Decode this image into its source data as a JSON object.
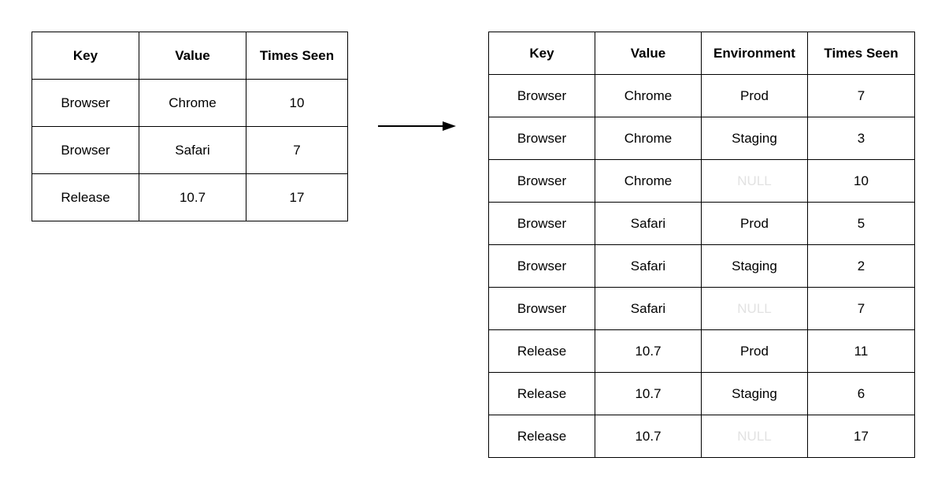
{
  "left_table": {
    "headers": [
      "Key",
      "Value",
      "Times Seen"
    ],
    "rows": [
      [
        "Browser",
        "Chrome",
        "10"
      ],
      [
        "Browser",
        "Safari",
        "7"
      ],
      [
        "Release",
        "10.7",
        "17"
      ]
    ]
  },
  "right_table": {
    "headers": [
      "Key",
      "Value",
      "Environment",
      "Times Seen"
    ],
    "rows": [
      [
        "Browser",
        "Chrome",
        "Prod",
        "7"
      ],
      [
        "Browser",
        "Chrome",
        "Staging",
        "3"
      ],
      [
        "Browser",
        "Chrome",
        "NULL",
        "10"
      ],
      [
        "Browser",
        "Safari",
        "Prod",
        "5"
      ],
      [
        "Browser",
        "Safari",
        "Staging",
        "2"
      ],
      [
        "Browser",
        "Safari",
        "NULL",
        "7"
      ],
      [
        "Release",
        "10.7",
        "Prod",
        "11"
      ],
      [
        "Release",
        "10.7",
        "Staging",
        "6"
      ],
      [
        "Release",
        "10.7",
        "NULL",
        "17"
      ]
    ]
  },
  "colors": {
    "border": "#000000",
    "text": "#000000",
    "null_text": "#e2e2e2",
    "background": "#ffffff"
  },
  "arrow": {
    "icon": "right-arrow-icon"
  }
}
